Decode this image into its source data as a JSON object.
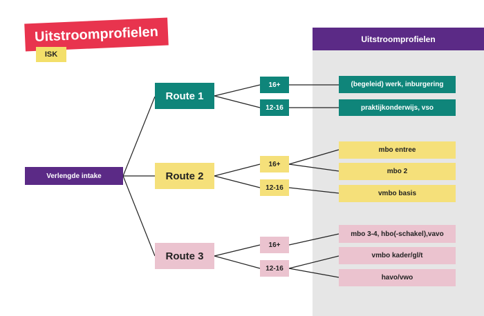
{
  "title": "Uitstroomprofielen",
  "subtitle": "ISK",
  "panel_title": "Uitstroomprofielen",
  "intake": "Verlengde intake",
  "routes": [
    {
      "label": "Route 1",
      "ages": [
        "16+",
        "12-16"
      ],
      "outcomes": [
        "(begeleid) werk, inburgering",
        "praktijkonderwijs, vso"
      ]
    },
    {
      "label": "Route 2",
      "ages": [
        "16+",
        "12-16"
      ],
      "outcomes": [
        "mbo entree",
        "mbo 2",
        "vmbo basis"
      ]
    },
    {
      "label": "Route 3",
      "ages": [
        "16+",
        "12-16"
      ],
      "outcomes": [
        "mbo 3-4, hbo(-schakel),vavo",
        "vmbo kader/gl/t",
        "havo/vwo"
      ]
    }
  ],
  "colors": {
    "title_red": "#e8344e",
    "purple": "#5b2a86",
    "teal": "#0f857a",
    "yellow": "#f5e07a",
    "pink": "#ebc3cf",
    "panel_grey": "#e6e6e6"
  }
}
